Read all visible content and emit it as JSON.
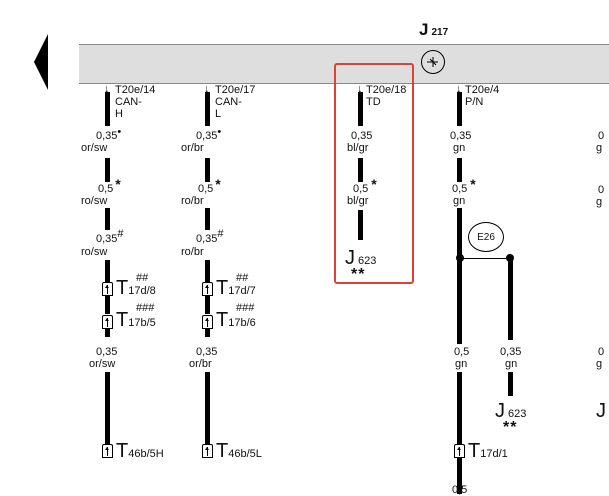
{
  "header": {
    "component": "J",
    "component_sub": "217"
  },
  "columns": [
    {
      "pin": "T20e/14",
      "signal": "CAN-H",
      "s1_size": "0,35",
      "s1_mark": "•",
      "s1_color": "or/sw",
      "s2_size": "0,5",
      "s2_mark": "*",
      "s2_color": "ro/sw",
      "s3_size": "0,35",
      "s3_mark": "#",
      "s3_color": "ro/sw",
      "c1_name": "T",
      "c1_sub": "17d/8",
      "c1_mark": "##",
      "c2_name": "T",
      "c2_sub": "17b/5",
      "c2_mark": "###",
      "s4_size": "0,35",
      "s4_color": "or/sw",
      "c3_name": "T",
      "c3_sub": "46b/5H"
    },
    {
      "pin": "T20e/17",
      "signal": "CAN-L",
      "s1_size": "0,35",
      "s1_mark": "•",
      "s1_color": "or/br",
      "s2_size": "0,5",
      "s2_mark": "*",
      "s2_color": "ro/br",
      "s3_size": "0,35",
      "s3_mark": "#",
      "s3_color": "ro/br",
      "c1_name": "T",
      "c1_sub": "17d/7",
      "c1_mark": "##",
      "c2_name": "T",
      "c2_sub": "17b/6",
      "c2_mark": "###",
      "s4_size": "0,35",
      "s4_color": "or/br",
      "c3_name": "T",
      "c3_sub": "46b/5L"
    }
  ],
  "td_column": {
    "pin": "T20e/18",
    "signal": "TD",
    "s1_size": "0,35",
    "s1_color": "bl/gr",
    "s2_size": "0,5",
    "s2_mark": "*",
    "s2_color": "bl/gr",
    "target": "J",
    "target_sub": "623",
    "target_mark": "**"
  },
  "pn_column": {
    "pin": "T20e/4",
    "signal": "P/N",
    "s1_size": "0,35",
    "s1_color": "gn",
    "s2_size": "0,5",
    "s2_mark": "*",
    "s2_color": "gn",
    "e26": "E26",
    "left_size": "0,5",
    "left_color": "gn",
    "right_size": "0,35",
    "right_color": "gn",
    "target": "J",
    "target_sub": "623",
    "target_mark": "**",
    "conn_name": "T",
    "conn_sub": "17d/1",
    "cut_size": "0,5"
  },
  "edge_column": {
    "a": "0",
    "b": "g",
    "c": "0",
    "d": "g",
    "e": "0",
    "f": "g",
    "g": "J"
  }
}
